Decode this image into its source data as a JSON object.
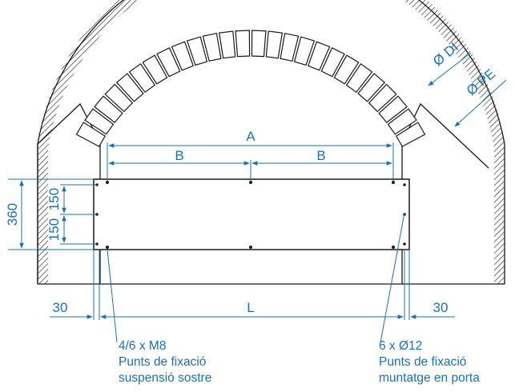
{
  "colors": {
    "ink": "#1a1a1a",
    "dimension": "#1f6fb0",
    "background": "#ffffff"
  },
  "dimensions": {
    "A": "A",
    "B_left": "B",
    "B_right": "B",
    "L": "L",
    "left_margin": "30",
    "right_margin": "30",
    "height_total": "360",
    "height_upper": "150",
    "height_lower": "150",
    "diameter_inner": "Ø DI",
    "diameter_outer": "Ø PE"
  },
  "notes": {
    "ceiling": {
      "line1": "4/6 x M8",
      "line2": "Punts de fixació",
      "line3": "suspensió sostre"
    },
    "door": {
      "line1": "6 x Ø12",
      "line2": "Punts de fixació",
      "line3": "muntatge en porta"
    }
  }
}
